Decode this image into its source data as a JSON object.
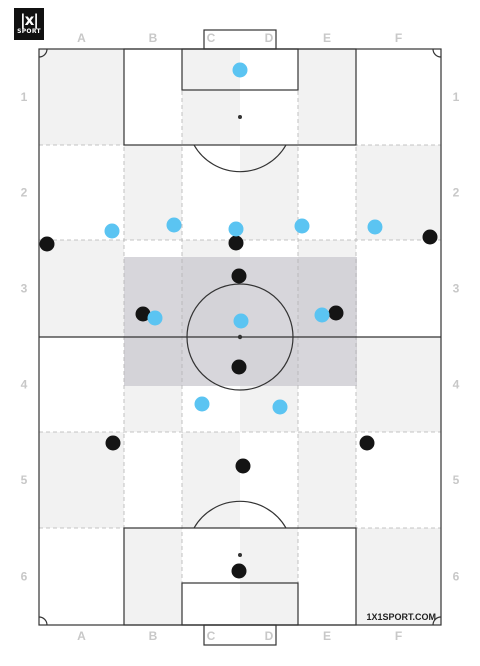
{
  "brand": {
    "logo_main": "|x|",
    "logo_sub": "SPORT",
    "watermark": "1X1SPORT.COM"
  },
  "grid": {
    "columns": [
      "A",
      "B",
      "C",
      "D",
      "E",
      "F"
    ],
    "rows": [
      "1",
      "2",
      "3",
      "4",
      "5",
      "6"
    ]
  },
  "colors": {
    "team_blue": "#5bc4f2",
    "team_black": "#141414",
    "zone_shade": "#c9c8cf",
    "stripe_light": "#f2f2f2",
    "line": "#333333",
    "grid_label": "#c8c8c8"
  },
  "blue_players": [
    {
      "id": "b1",
      "label": ""
    },
    {
      "id": "b2",
      "label": ""
    },
    {
      "id": "b3",
      "label": ""
    },
    {
      "id": "b4",
      "label": ""
    },
    {
      "id": "b5",
      "label": ""
    },
    {
      "id": "b6",
      "label": ""
    },
    {
      "id": "b7",
      "label": ""
    },
    {
      "id": "b8",
      "label": ""
    },
    {
      "id": "b9",
      "label": ""
    },
    {
      "id": "b10",
      "label": ""
    },
    {
      "id": "b11",
      "label": ""
    }
  ],
  "black_players": [
    {
      "id": "k1",
      "label": ""
    },
    {
      "id": "k2",
      "label": ""
    },
    {
      "id": "k3",
      "label": ""
    },
    {
      "id": "k4",
      "label": ""
    },
    {
      "id": "k5",
      "label": ""
    },
    {
      "id": "k6",
      "label": ""
    },
    {
      "id": "k7",
      "label": ""
    },
    {
      "id": "k8",
      "label": ""
    },
    {
      "id": "k9",
      "label": ""
    },
    {
      "id": "k10",
      "label": ""
    },
    {
      "id": "k11",
      "label": ""
    }
  ]
}
